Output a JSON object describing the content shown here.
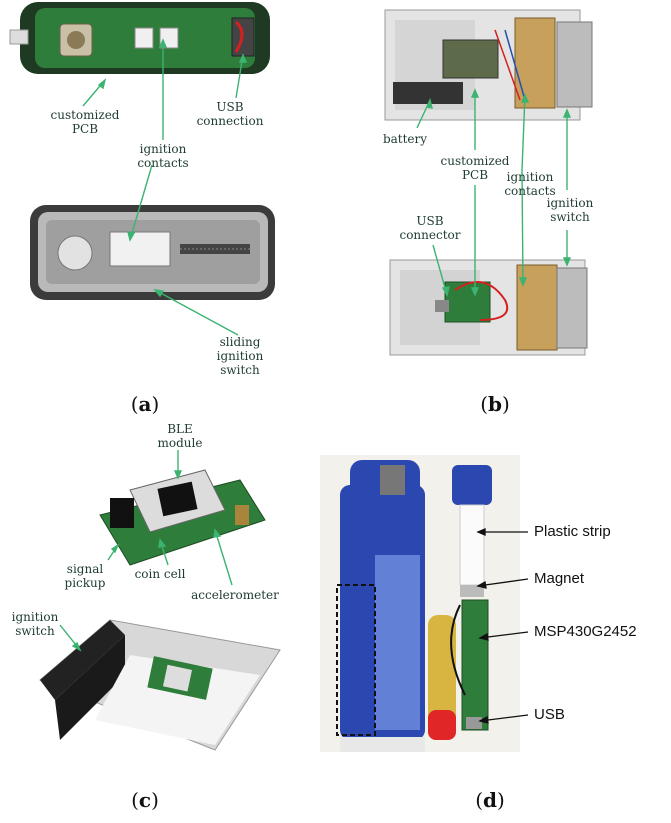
{
  "panels": {
    "a": {
      "caption_open": "(",
      "caption_letter": "a",
      "caption_close": ")",
      "labels": {
        "pcb": "customized\nPCB",
        "contacts": "ignition\ncontacts",
        "usb": "USB\nconnection",
        "switch": "sliding\nignition\nswitch"
      }
    },
    "b": {
      "caption_open": "(",
      "caption_letter": "b",
      "caption_close": ")",
      "labels": {
        "battery": "battery",
        "pcb": "customized\nPCB",
        "contacts": "ignition\ncontacts",
        "switch": "ignition\nswitch",
        "usb": "USB\nconnector"
      }
    },
    "c": {
      "caption_open": "(",
      "caption_letter": "c",
      "caption_close": ")",
      "labels": {
        "ble": "BLE\nmodule",
        "signal": "signal\npickup",
        "coin": "coin cell",
        "accel": "accelerometer",
        "switch": "ignition\nswitch"
      }
    },
    "d": {
      "caption_open": "(",
      "caption_letter": "d",
      "caption_close": ")",
      "labels": {
        "strip": "Plastic strip",
        "magnet": "Magnet",
        "mcu": "MSP430G2452",
        "usb": "USB"
      }
    }
  },
  "colors": {
    "annotation": "#3cb371",
    "pcb_green": "#2f7d3a",
    "lighter_blue": "#2a48b0"
  }
}
